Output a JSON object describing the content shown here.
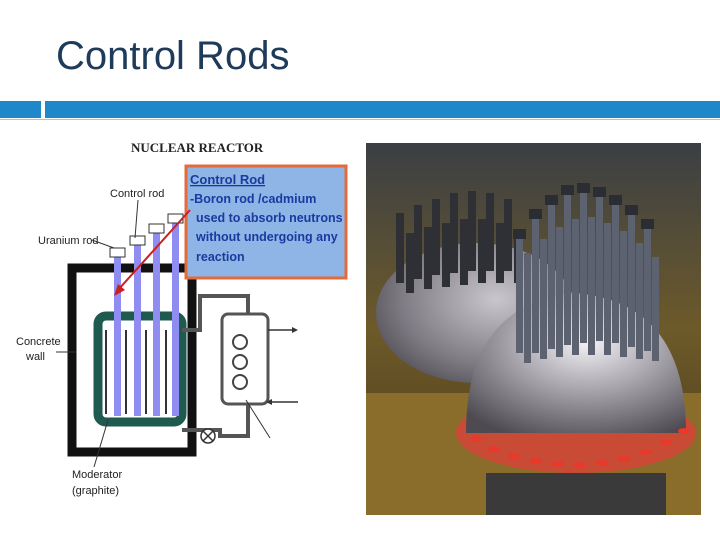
{
  "slide": {
    "title": "Control Rods"
  },
  "diagram": {
    "heading": "NUCLEAR REACTOR",
    "labels": {
      "control_rod": "Control rod",
      "uranium_rod": "Uranium rod",
      "concrete_line1": "Concrete",
      "concrete_line2": "wall",
      "moderator_line1": "Moderator",
      "moderator_line2": "(graphite)"
    },
    "callout": {
      "title": "Control Rod",
      "lines": [
        "-Boron rod /cadmium",
        "used to absorb neutrons",
        "without undergoing any",
        "reaction"
      ]
    }
  },
  "colors": {
    "accent_bar": "#1e88c9",
    "title_text": "#1f3b5a",
    "callout_fill": "#8fb4e6",
    "callout_border": "#e36a3a",
    "rod_color": "#8f8cf2",
    "moderator_green": "#1f5a50"
  }
}
